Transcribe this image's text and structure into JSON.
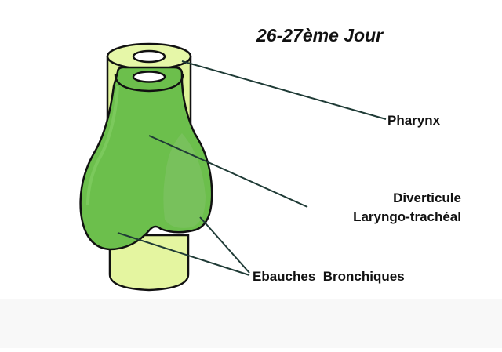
{
  "diagram": {
    "title": "26-27ème Jour",
    "labels": {
      "pharynx": "Pharynx",
      "diverticule_line1": "Diverticule",
      "diverticule_line2": "Laryngo-trachéal",
      "ebauches": "Ebauches  Bronchiques"
    },
    "structures": [
      {
        "name": "pharynx",
        "description": "light green cylinder top with openings"
      },
      {
        "name": "diverticule-laryngo-tracheal",
        "description": "green bulb outgrowth"
      },
      {
        "name": "ebauches-bronchiques",
        "description": "two lung buds at bottom of diverticulum"
      },
      {
        "name": "oesophagus-tube",
        "description": "pale yellow-green tube continuing below"
      }
    ],
    "colors": {
      "tube_light": "#e4f5a0",
      "tube_mid": "#c9ea7a",
      "bulb_green": "#6cbf4c",
      "bulb_shade": "#5fae42",
      "bulb_highlight": "#7fcc62",
      "outline": "#111111",
      "leader_line": "#1f3b36",
      "footer_band": "#f8f8f8"
    }
  }
}
